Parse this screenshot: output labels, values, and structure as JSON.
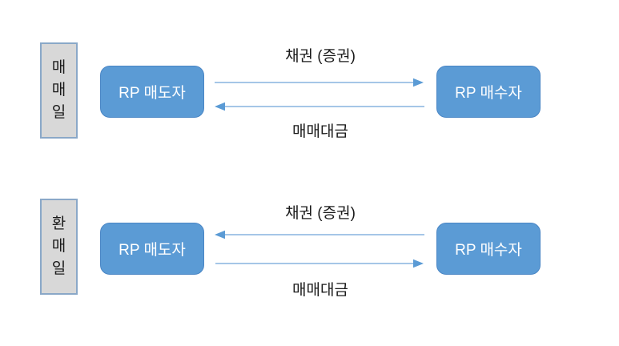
{
  "diagram": {
    "title": "RP transaction flow (repo) diagram",
    "background_color": "#ffffff",
    "colors": {
      "node_fill": "#5b9bd5",
      "node_border": "#4a86c5",
      "node_text": "#ffffff",
      "stage_fill": "#d8d8d8",
      "stage_border": "#8aa8c8",
      "arrow": "#5b9bd5",
      "arrow_line": "#87b3df",
      "label_text": "#1a1a1a"
    },
    "sections": [
      {
        "stage_label": "매매일",
        "left_node_label": "RP 매도자",
        "right_node_label": "RP 매수자",
        "top_arrow_label": "채권 (증권)",
        "top_arrow_direction": "right",
        "bottom_arrow_label": "매매대금",
        "bottom_arrow_direction": "left"
      },
      {
        "stage_label": "환매일",
        "left_node_label": "RP 매도자",
        "right_node_label": "RP 매수자",
        "top_arrow_label": "채권 (증권)",
        "top_arrow_direction": "left",
        "bottom_arrow_label": "매매대금",
        "bottom_arrow_direction": "right"
      }
    ]
  }
}
